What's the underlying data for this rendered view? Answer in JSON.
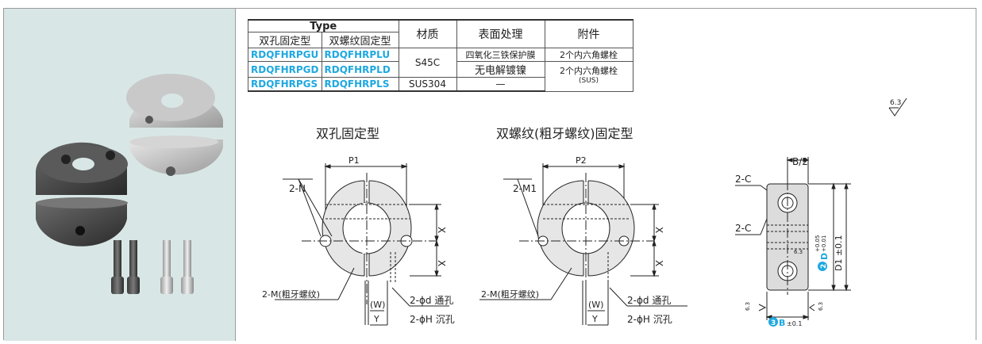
{
  "table": {
    "type_header": "Type",
    "col_double_hole": "双孔固定型",
    "col_double_thread": "双螺纹固定型",
    "col_material": "材质",
    "col_surface": "表面处理",
    "col_accessory": "附件",
    "rows": [
      {
        "a": "RDQFHRPGU",
        "b": "RDQFHRPLU",
        "material": "S45C",
        "surface": "四氧化三铁保护膜",
        "accessory": "2个内六角螺栓"
      },
      {
        "a": "RDQFHRPGD",
        "b": "RDQFHRPLD",
        "surface": "无电解镀镍",
        "accessory": "2个内六角螺栓",
        "accessory_note": "(SUS)"
      },
      {
        "a": "RDQFHRPGS",
        "b": "RDQFHRPLS",
        "material": "SUS304",
        "surface": "—"
      }
    ]
  },
  "diagrams": {
    "title_left": "双孔固定型",
    "title_mid": "双螺纹(粗牙螺纹)固定型",
    "left": {
      "p": "P1",
      "n": "2-N",
      "m": "2-M(粗牙螺纹)",
      "x": "X",
      "w": "(W)",
      "y": "Y",
      "d": "2-ϕd 通孔",
      "h": "2-ϕH 沉孔"
    },
    "mid": {
      "p": "P2",
      "n": "2-M1",
      "m": "2-M(粗牙螺纹)",
      "x": "X",
      "w": "(W)",
      "y": "Y",
      "d": "2-ϕd 通孔",
      "h": "2-ϕH 沉孔"
    },
    "side": {
      "b2": "B/2",
      "c1": "2-C",
      "c2": "2-C",
      "d": "D",
      "dtol_up": "+0.05",
      "dtol_dn": "+0.01",
      "d1": "D1 ±0.1",
      "b": "B",
      "btol": "±0.1",
      "r63": "6.3",
      "badge_b": "3",
      "badge_d": "2"
    },
    "roughness": "6.3"
  },
  "colors": {
    "accent": "#1fa8e0",
    "panel": "#d8e7e6"
  }
}
